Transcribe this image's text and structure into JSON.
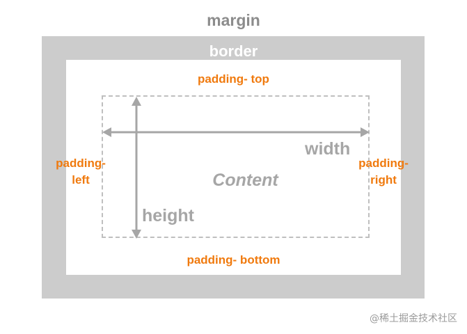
{
  "diagram": {
    "margin_label": "margin",
    "border_label": "border",
    "padding_top": "padding- top",
    "padding_bottom": "padding- bottom",
    "padding_left_line1": "padding-",
    "padding_left_line2": "left",
    "padding_right_line1": "padding-",
    "padding_right_line2": "right",
    "content_label": "Content",
    "width_label": "width",
    "height_label": "height"
  },
  "watermark": "@稀土掘金技术社区",
  "colors": {
    "border_fill": "#cccccc",
    "padding_text": "#f07a0e",
    "gray_text": "#a6a6a6",
    "arrow": "#a6a6a6",
    "dashed": "#bfbfbf"
  }
}
